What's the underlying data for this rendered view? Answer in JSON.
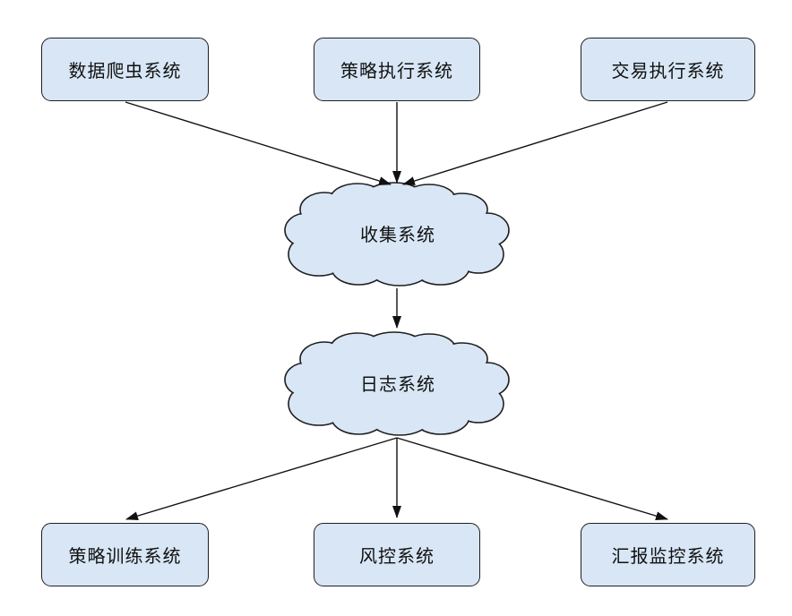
{
  "diagram": {
    "background_color": "#ffffff",
    "node_fill_color": "#d8e6f5",
    "node_border_color": "#1f1f1f",
    "arrow_color": "#111111",
    "text_color": "#111111",
    "top_row": [
      {
        "label": "数据爬虫系统"
      },
      {
        "label": "策略执行系统"
      },
      {
        "label": "交易执行系统"
      }
    ],
    "clouds": [
      {
        "label": "收集系统"
      },
      {
        "label": "日志系统"
      }
    ],
    "bottom_row": [
      {
        "label": "策略训练系统"
      },
      {
        "label": "风控系统"
      },
      {
        "label": "汇报监控系统"
      }
    ],
    "edges": [
      {
        "from": "数据爬虫系统",
        "to": "收集系统"
      },
      {
        "from": "策略执行系统",
        "to": "收集系统"
      },
      {
        "from": "交易执行系统",
        "to": "收集系统"
      },
      {
        "from": "收集系统",
        "to": "日志系统"
      },
      {
        "from": "日志系统",
        "to": "策略训练系统"
      },
      {
        "from": "日志系统",
        "to": "风控系统"
      },
      {
        "from": "日志系统",
        "to": "汇报监控系统"
      }
    ]
  }
}
